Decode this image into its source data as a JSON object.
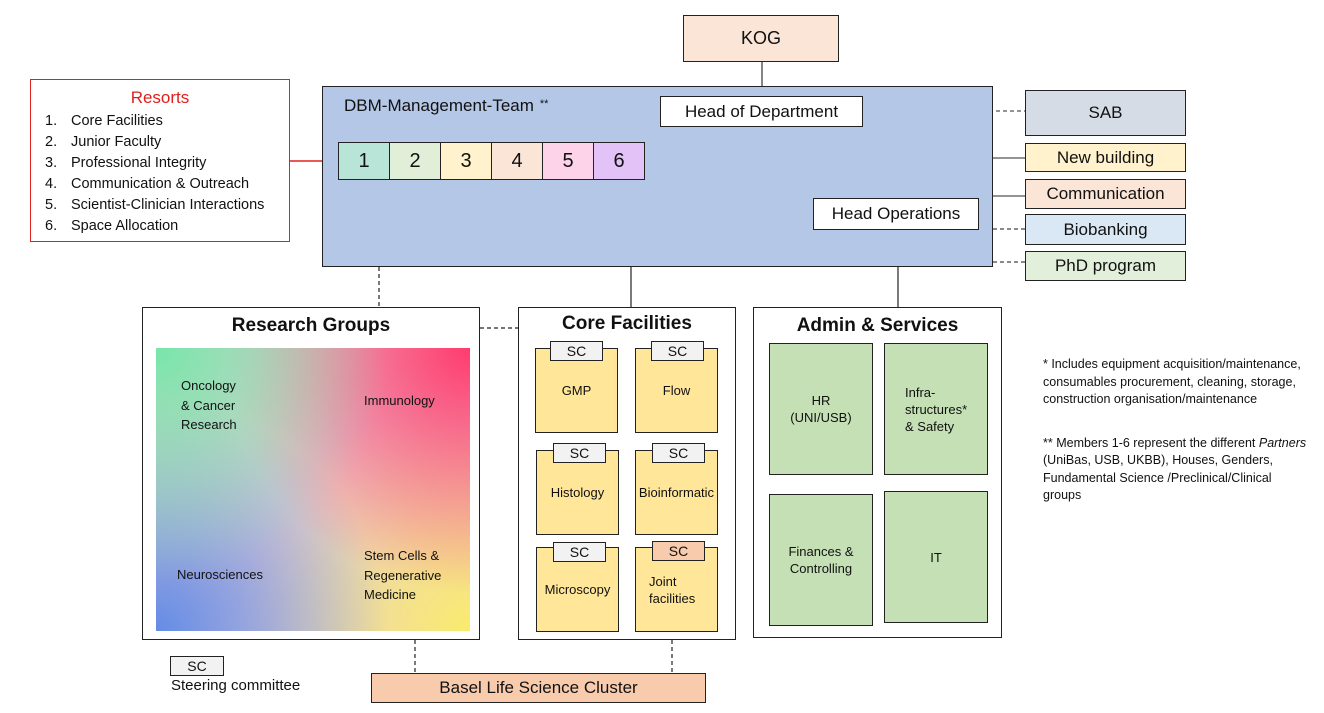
{
  "kog": {
    "label": "KOG"
  },
  "management_team": {
    "title": "DBM-Management-Team",
    "title_marker": "**",
    "head_of_department": "Head of Department",
    "head_operations": "Head Operations",
    "members": [
      {
        "label": "1",
        "color": "#b9e5d8"
      },
      {
        "label": "2",
        "color": "#e1eed8"
      },
      {
        "label": "3",
        "color": "#fff2cc"
      },
      {
        "label": "4",
        "color": "#fbe5d6"
      },
      {
        "label": "5",
        "color": "#fdd3ea"
      },
      {
        "label": "6",
        "color": "#e2c2f7"
      }
    ]
  },
  "resorts": {
    "title": "Resorts",
    "items": [
      {
        "num": "1.",
        "label": "Core Facilities"
      },
      {
        "num": "2.",
        "label": "Junior Faculty"
      },
      {
        "num": "3.",
        "label": "Professional Integrity"
      },
      {
        "num": "4.",
        "label": "Communication & Outreach"
      },
      {
        "num": "5.",
        "label": "Scientist-Clinician Interactions"
      },
      {
        "num": "6.",
        "label": "Space Allocation"
      }
    ]
  },
  "side_units": {
    "sab": "SAB",
    "new_building": "New building",
    "communication": "Communication",
    "biobanking": "Biobanking",
    "phd_program": "PhD program"
  },
  "research_groups": {
    "title": "Research Groups",
    "areas": {
      "oncology": "Oncology\n& Cancer\nResearch",
      "immunology": "Immunology",
      "neurosciences": "Neurosciences",
      "stem_cells": "Stem Cells &\nRegenerative\nMedicine"
    }
  },
  "core_facilities": {
    "title": "Core Facilities",
    "items": [
      {
        "label": "GMP",
        "tag": "SC"
      },
      {
        "label": "Flow",
        "tag": "SC"
      },
      {
        "label": "Histology",
        "tag": "SC"
      },
      {
        "label": "Bioinformatic",
        "tag": "SC"
      },
      {
        "label": "Microscopy",
        "tag": "SC"
      },
      {
        "label": "Joint\nfacilities",
        "tag": "SC"
      }
    ]
  },
  "admin_services": {
    "title": "Admin & Services",
    "items": [
      {
        "label": "HR\n(UNI/USB)"
      },
      {
        "label": "Infra-\nstructures*\n& Safety"
      },
      {
        "label": "Finances &\nControlling"
      },
      {
        "label": "IT"
      }
    ]
  },
  "notes": {
    "note1": "* Includes equipment acquisition/maintenance, consumables procurement, cleaning, storage, construction organisation/maintenance",
    "note2_prefix": "** Members 1-6 represent the different ",
    "note2_italic": "Partners",
    "note2_suffix": " (UniBas, USB, UKBB), Houses, Genders, Fundamental Science /Preclinical/Clinical groups"
  },
  "legend": {
    "tag": "SC",
    "label": "Steering committee"
  },
  "basel_cluster": {
    "label": "Basel Life Science Cluster"
  }
}
